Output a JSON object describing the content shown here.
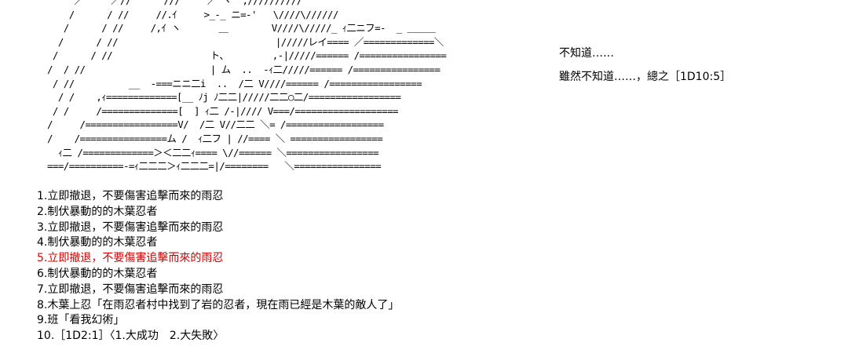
{
  "ascii_art": [
    "     ／     ／//      ///     ／ ヽ  ,//////////",
    "    /      / //     //.ｲ     >_-_ ニ=-'   \\////\\//////",
    "   /      / //     /,ｲ ヽ       ＿        V////\\/////_ ｨ二ニフ=-  _ ＿＿＿",
    "  /      / //                             |/////レイ==== ／=============＼",
    " /      / //                  ト、        ,-|/////====== /================",
    "/  / //                       | ム  ..  -ｨ二/////====== /================",
    " / //          __  -===ニニ二i  ..  /二 V////====== /=================",
    "  / /    ,ｨ=============[__ ﾉj ﾉ二二|/////二二○二/=================",
    " / /     /==============[  ] ｨ二 /-|//// V===/===================",
    "/     /=================V/  /二 V//二二 ＼= /==================",
    "/    /================ム /  ｨ二フ | //==== ＼ =================",
    "  ｨ二 /=============＞＜二二ｨ==== \\//====== ＼=================",
    "===/==========-=ｨ二二二＞ｨ二二二=|/========   ＼================"
  ],
  "side_text": {
    "line1": "不知道……",
    "line2": "雖然不知道……，總之［1D10:5］"
  },
  "choices": [
    "1.立即撤退，不要傷害追擊而來的雨忍",
    "2.制伏暴動的的木葉忍者",
    "3.立即撤退，不要傷害追擊而來的雨忍",
    "4.制伏暴動的的木葉忍者",
    "5.立即撤退，不要傷害追擊而來的雨忍",
    "6.制伏暴動的的木葉忍者",
    "7.立即撤退，不要傷害追擊而來的雨忍",
    "8.木葉上忍「在雨忍者村中找到了岩的忍者，現在雨已經是木葉的敵人了」",
    "9.班「看我幻術」",
    "10.［1D2:1］〈1.大成功　2.大失敗〉"
  ],
  "highlight_color": "#d40000"
}
